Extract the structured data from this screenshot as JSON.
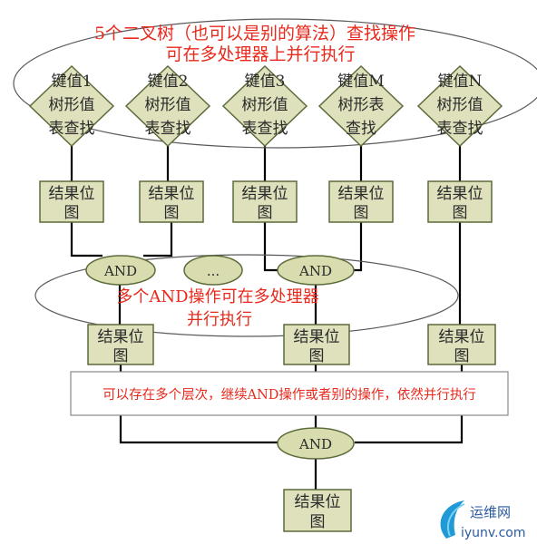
{
  "top_caption": {
    "line1": "5个二叉树（也可以是别的算法）查找操作",
    "line2": "可在多处理器上并行执行"
  },
  "lookups": [
    {
      "line1": "键值1",
      "line2": "树形值",
      "line3": "表查找"
    },
    {
      "line1": "键值2",
      "line2": "树形值",
      "line3": "表查找"
    },
    {
      "line1": "键值3",
      "line2": "树形值",
      "line3": "表查找"
    },
    {
      "line1": "键值M",
      "line2": "树形表",
      "line3": "查找"
    },
    {
      "line1": "键值N",
      "line2": "树形值",
      "line3": "表查找"
    }
  ],
  "bitmaps_row1": [
    {
      "line1": "结果位",
      "line2": "图"
    },
    {
      "line1": "结果位",
      "line2": "图"
    },
    {
      "line1": "结果位",
      "line2": "图"
    },
    {
      "line1": "结果位",
      "line2": "图"
    },
    {
      "line1": "结果位",
      "line2": "图"
    }
  ],
  "and_ops": {
    "left": "AND",
    "middle": "...",
    "right": "AND",
    "final": "AND"
  },
  "mid_caption": {
    "line1": "多个AND操作可在多处理器",
    "line2": "并行执行"
  },
  "bitmaps_row2": [
    {
      "line1": "结果位",
      "line2": "图"
    },
    {
      "line1": "结果位",
      "line2": "图"
    },
    {
      "line1": "结果位",
      "line2": "图"
    }
  ],
  "note": "可以存在多个层次，继续AND操作或者别的操作，依然并行执行",
  "final_bitmap": {
    "line1": "结果位",
    "line2": "图"
  },
  "watermark": {
    "cn": "运维网",
    "en": "iyunv.com"
  },
  "colors": {
    "box_fill": "#dfe0bc",
    "box_stroke": "#5c6b3a",
    "and_fill": "#d8dcae",
    "caption_red": "#e8291c",
    "line": "#000000"
  }
}
